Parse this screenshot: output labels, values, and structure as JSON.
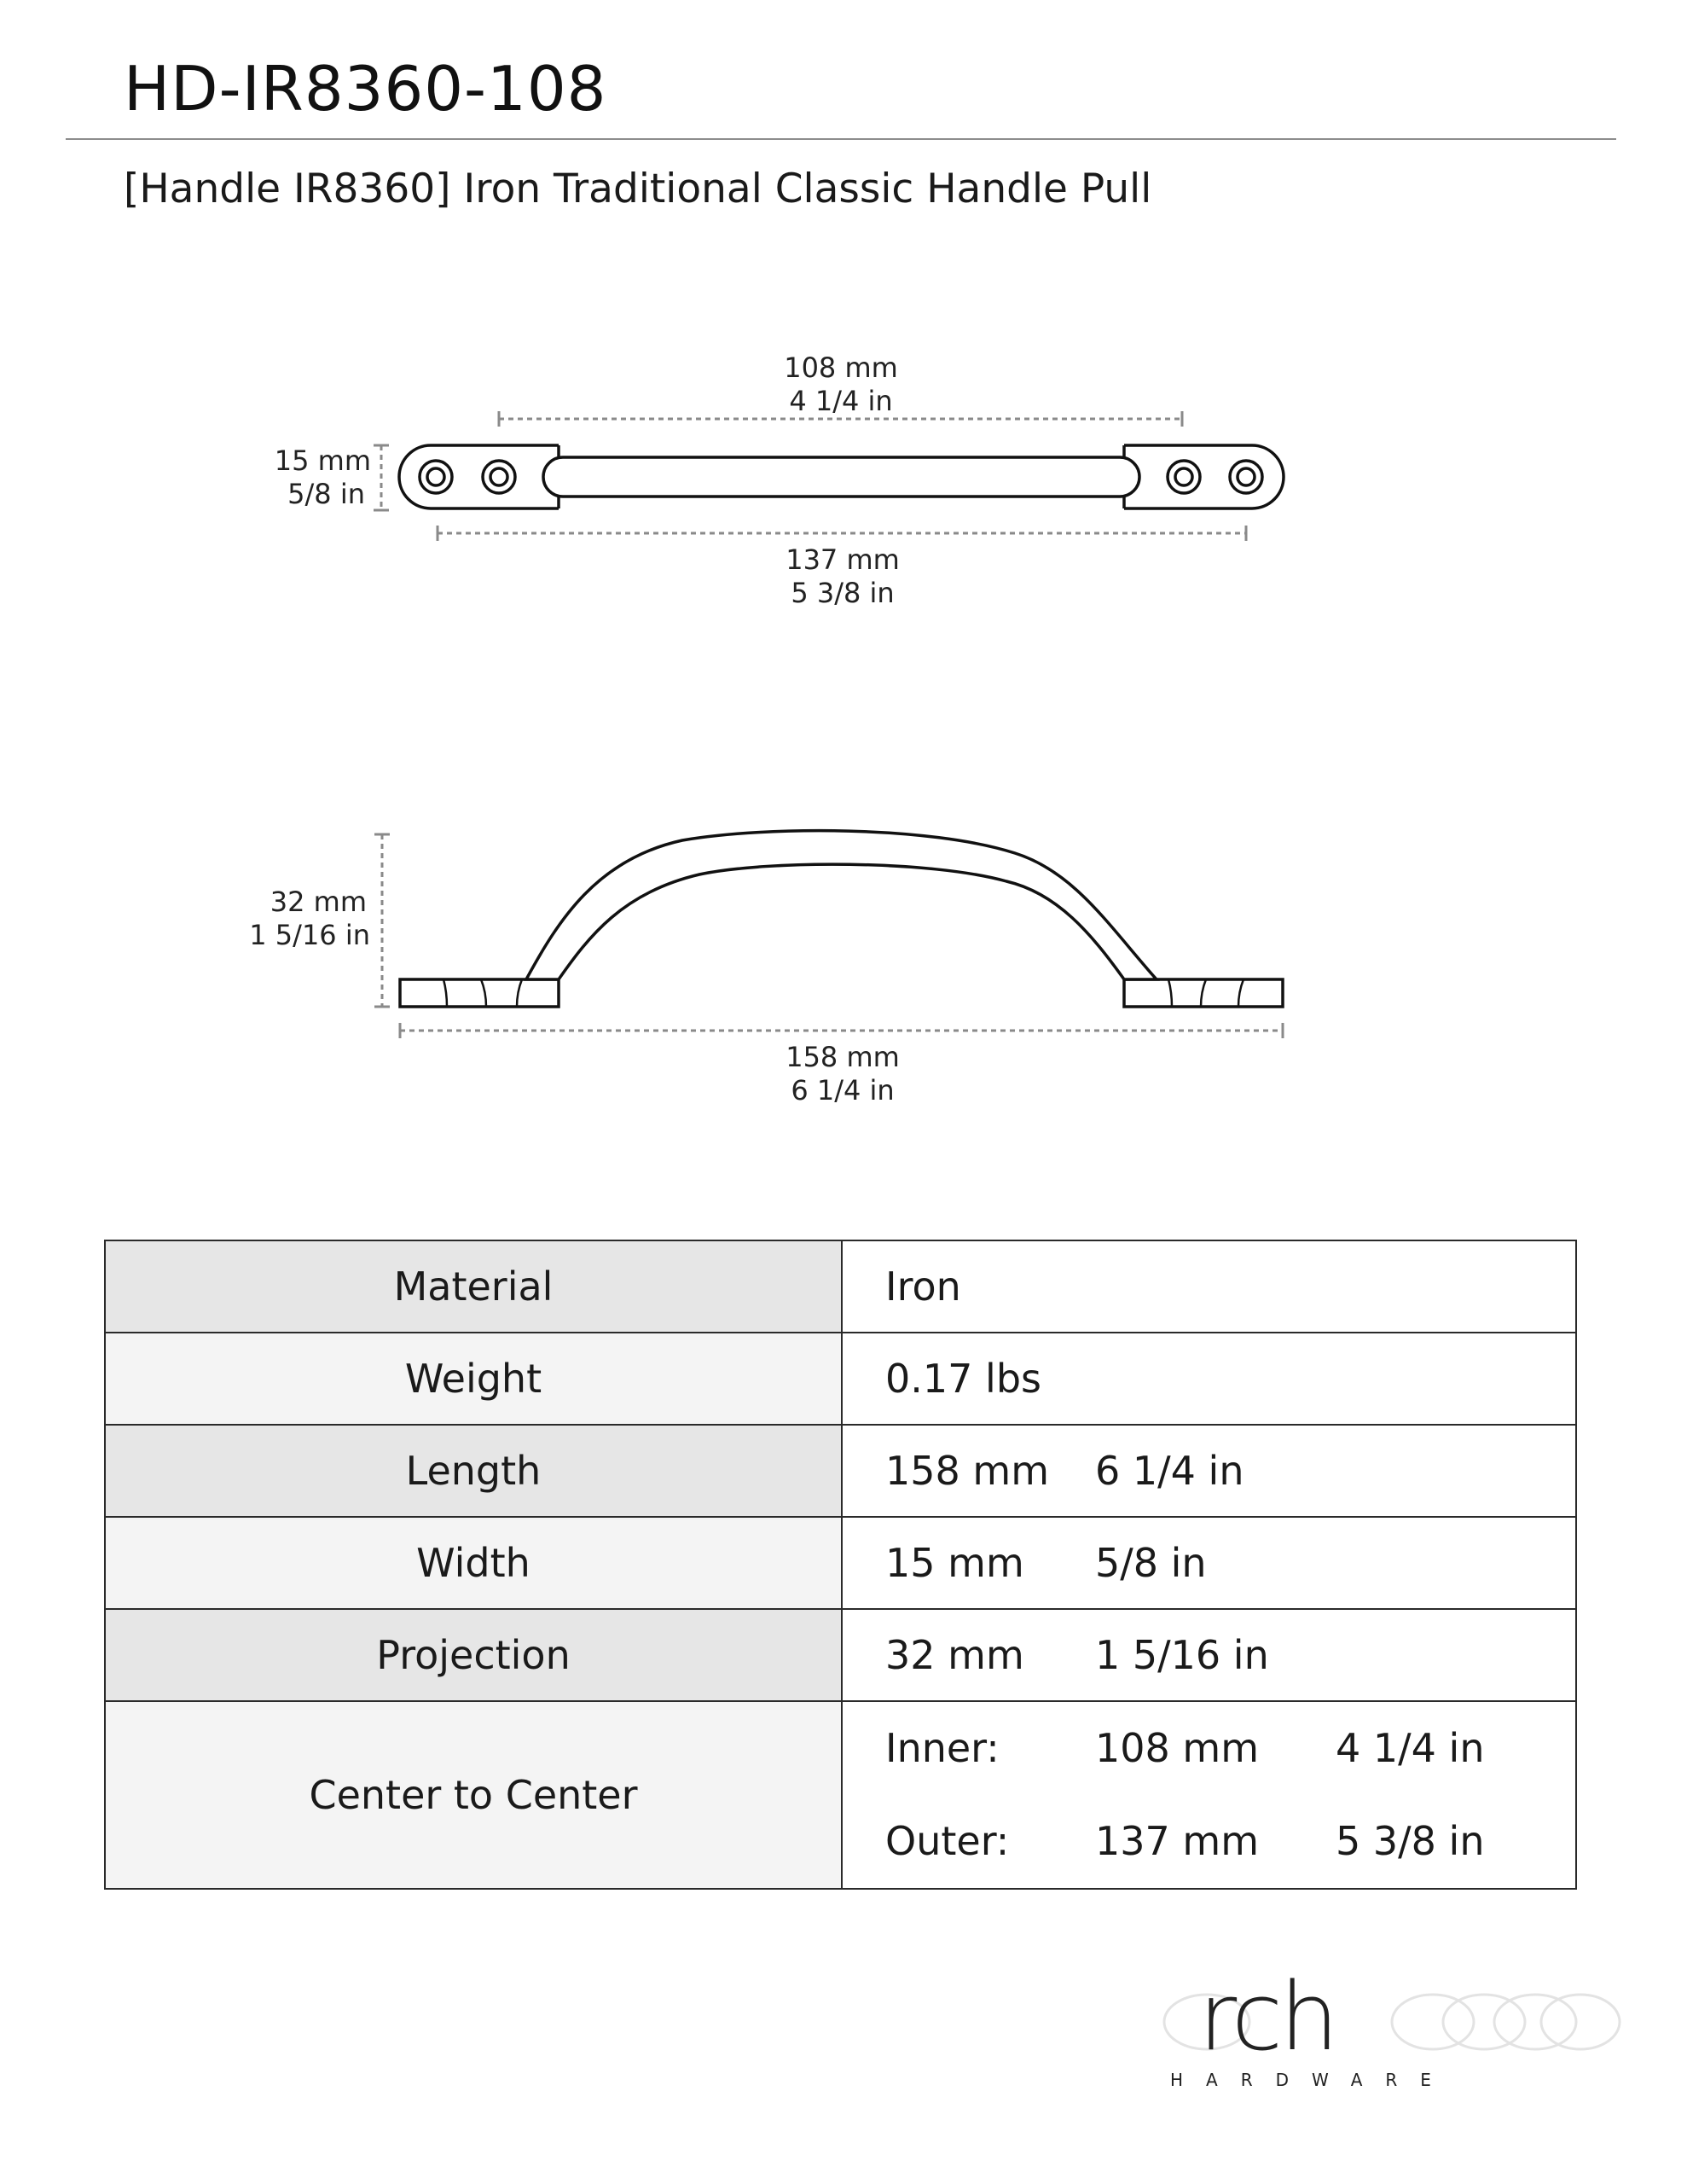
{
  "header": {
    "part_number": "HD-IR8360-108",
    "description": "[Handle IR8360] Iron Traditional Classic Handle Pull"
  },
  "top_view": {
    "inner_mm": "108 mm",
    "inner_in": "4 1/4 in",
    "width_mm": "15 mm",
    "width_in": "5/8 in",
    "outer_mm": "137 mm",
    "outer_in": "5 3/8 in"
  },
  "side_view": {
    "projection_mm": "32 mm",
    "projection_in": "1 5/16 in",
    "length_mm": "158 mm",
    "length_in": "6 1/4 in"
  },
  "specs": {
    "material": {
      "label": "Material",
      "value": "Iron"
    },
    "weight": {
      "label": "Weight",
      "value": "0.17 lbs"
    },
    "length": {
      "label": "Length",
      "mm": "158 mm",
      "in": "6 1/4 in"
    },
    "width": {
      "label": "Width",
      "mm": "15 mm",
      "in": "5/8 in"
    },
    "projection": {
      "label": "Projection",
      "mm": "32 mm",
      "in": "1 5/16 in"
    },
    "center_to_center": {
      "label": "Center to Center",
      "inner": {
        "label": "Inner:",
        "mm": "108 mm",
        "in": "4 1/4 in"
      },
      "outer": {
        "label": "Outer:",
        "mm": "137 mm",
        "in": "5 3/8 in"
      }
    }
  },
  "logo": {
    "wordmark": "rch",
    "subtitle": "HARDWARE"
  }
}
